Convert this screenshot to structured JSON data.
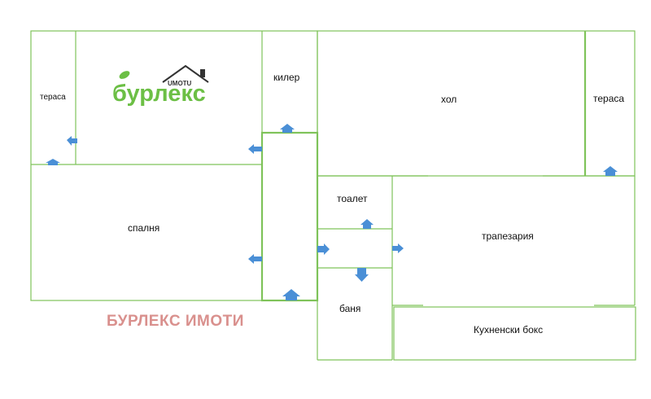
{
  "watermark": "БУРЛЕКС ИМОТИ",
  "logo": {
    "main": "бурлекс",
    "sub": "UMOTU"
  },
  "rooms": {
    "terrace_left": "тераса",
    "pantry": "килер",
    "hall": "хол",
    "terrace_right": "тераса",
    "toilet": "тоалет",
    "bedroom": "спалня",
    "dining": "трапезария",
    "bathroom": "баня",
    "kitchen": "Кухненски бокс"
  },
  "colors": {
    "walls": "#7fc35a",
    "arrows": "#4a8fd6",
    "watermark": "#d9908d",
    "logo": "#6cbf45"
  }
}
